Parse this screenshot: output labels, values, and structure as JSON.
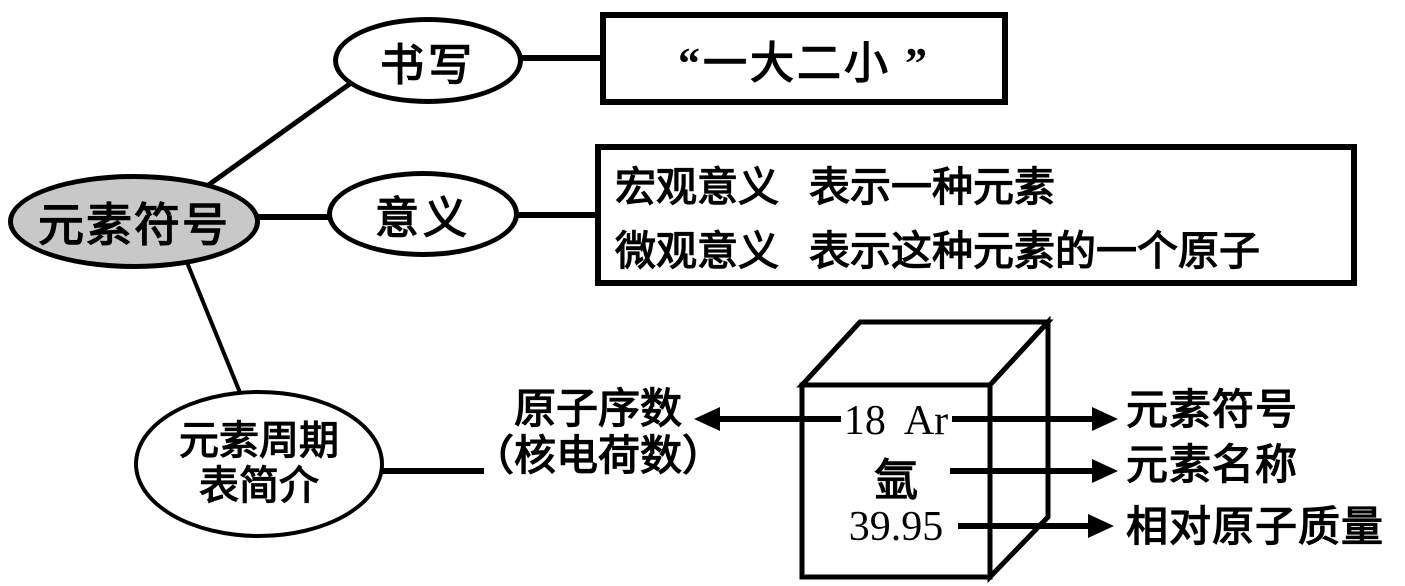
{
  "colors": {
    "background": "#ffffff",
    "stroke": "#000000",
    "root_node_fill": "#c8c8c8"
  },
  "root": {
    "label": "元素符号"
  },
  "writing": {
    "node": "书写",
    "rule": "“一大二小 ”"
  },
  "meaning": {
    "node": "意义",
    "lines": [
      {
        "term": "宏观意义",
        "desc": "表示一种元素"
      },
      {
        "term": "微观意义",
        "desc": "表示这种元素的一个原子"
      }
    ]
  },
  "periodic": {
    "node_line1": "元素周期",
    "node_line2": "表简介",
    "atomic_number_label": "原子序数",
    "nuclear_charge_label": "（核电荷数）",
    "cell": {
      "atomic_number": "18",
      "symbol": "Ar",
      "name": "氩",
      "mass": "39.95"
    },
    "arrow_labels": [
      "元素符号",
      "元素名称",
      "相对原子质量"
    ]
  }
}
